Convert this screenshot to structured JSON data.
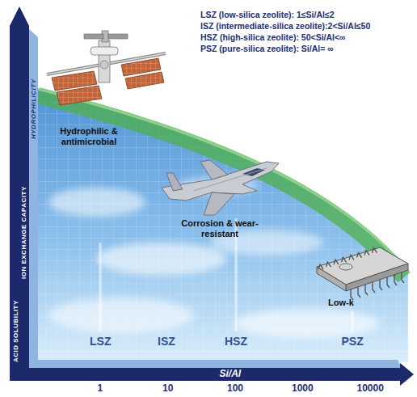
{
  "diagram": {
    "labels": [
      "LSZ (low-silica zeolite): 1≤Si/Al≤2",
      "ISZ (intermediate-silica zeolite):2<Si/Al≤50",
      "HSZ (high-silica zeolite): 50<Si/Al<∞",
      "PSZ (pure-silica zeolite): Si/Al= ∞",
      "ACID SOLUBILITY",
      "ION EXCHANGE CAPACITY",
      "HYDROPHILICITY",
      "Hydrophilic & antimicrobial",
      "Corrosion & wear-resistant",
      "Low-k",
      "LSZ",
      "ISZ",
      "HSZ",
      "PSZ",
      "Si/Al",
      "1",
      "10",
      "100",
      "1000",
      "10000"
    ]
  }
}
